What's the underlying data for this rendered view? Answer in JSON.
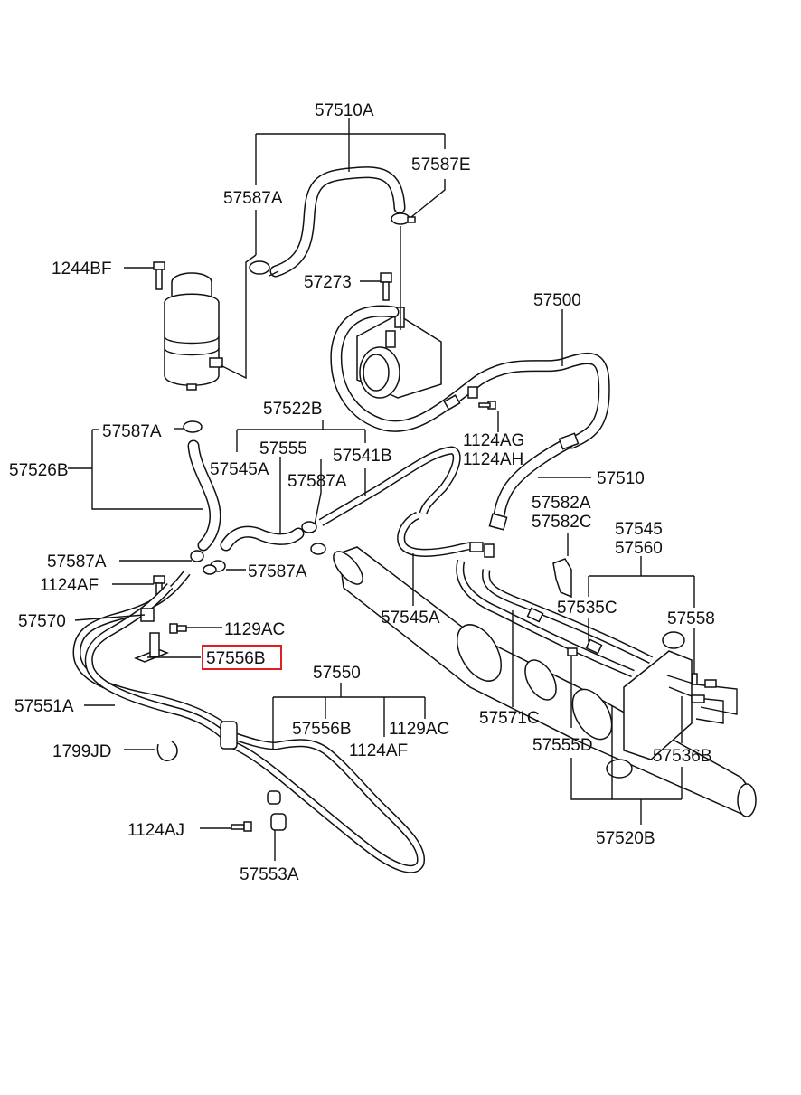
{
  "labels": {
    "l57510A": "57510A",
    "l57587E": "57587E",
    "l57587A_top": "57587A",
    "l1244BF": "1244BF",
    "l57273": "57273",
    "l57500": "57500",
    "l57522B": "57522B",
    "l57587A_left": "57587A",
    "l57555": "57555",
    "l57541B": "57541B",
    "l1124AG": "1124AG",
    "l1124AH": "1124AH",
    "l57526B": "57526B",
    "l57545A_top": "57545A",
    "l57587A_mid": "57587A",
    "l57510": "57510",
    "l57582A": "57582A",
    "l57582C": "57582C",
    "l57587A_low": "57587A",
    "l57587A_right": "57587A",
    "l57545": "57545",
    "l57560": "57560",
    "l1124AF_top": "1124AF",
    "l57570": "57570",
    "l57545A_low": "57545A",
    "l57535C": "57535C",
    "l57558": "57558",
    "l1129AC_top": "1129AC",
    "l57556B_hl": "57556B",
    "l57550": "57550",
    "l57551A": "57551A",
    "l57556B": "57556B",
    "l1129AC": "1129AC",
    "l57571C": "57571C",
    "l1124AF": "1124AF",
    "l1799JD": "1799JD",
    "l57555D": "57555D",
    "l57536B": "57536B",
    "l1124AJ": "1124AJ",
    "l57520B": "57520B",
    "l57553A": "57553A"
  },
  "highlight_color": "#e02020"
}
